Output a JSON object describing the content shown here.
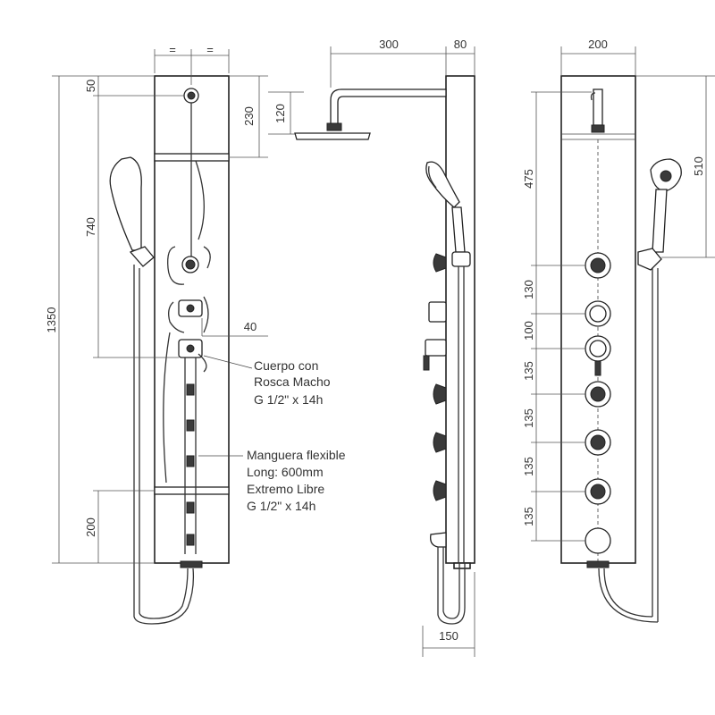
{
  "front_view": {
    "dims": {
      "top_equal_left": "=",
      "top_equal_right": "=",
      "d50": "50",
      "d230": "230",
      "d120": "120",
      "d740": "740",
      "d1350": "1350",
      "d40": "40",
      "d200": "200"
    },
    "notes": {
      "body": [
        "Cuerpo con",
        "Rosca Macho",
        "G 1/2\" x 14h"
      ],
      "hose": [
        "Manguera flexible",
        "Long: 600mm",
        "Extremo Libre",
        "G 1/2\" x 14h"
      ]
    }
  },
  "side_view": {
    "dims": {
      "d300": "300",
      "d80": "80",
      "d150": "150"
    }
  },
  "rear_view": {
    "dims": {
      "d200": "200",
      "d475": "475",
      "d510": "510",
      "spacing": [
        "130",
        "100",
        "135",
        "135",
        "135",
        "135"
      ]
    }
  }
}
